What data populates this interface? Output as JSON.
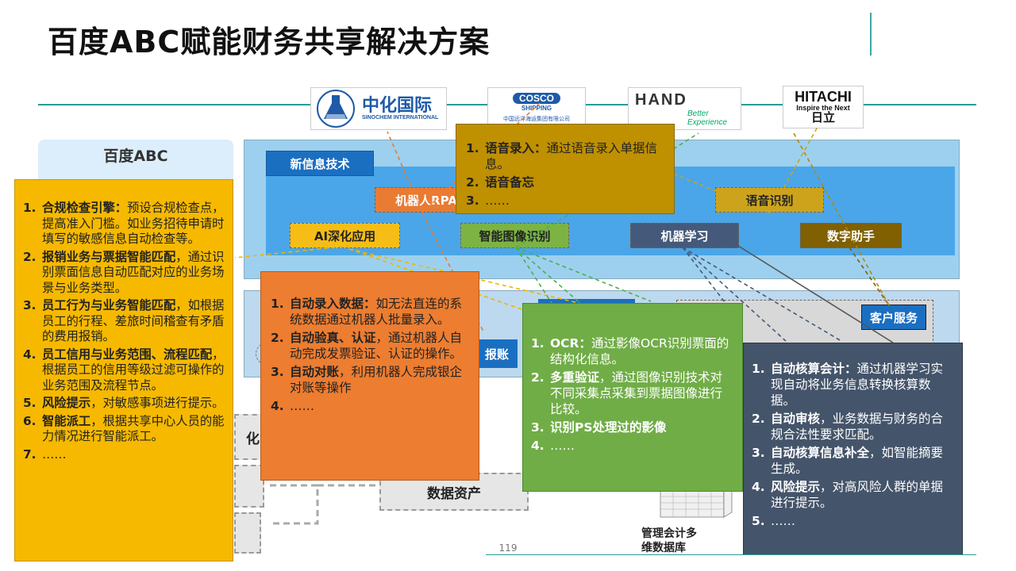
{
  "title": "百度ABC赋能财务共享解决方案",
  "logos": {
    "sinochem_cn": "中化国际",
    "sinochem_en": "SINOCHEM INTERNATIONAL",
    "cosco_top": "COSCO",
    "cosco_shipping": "SHIPPING",
    "cosco_cn": "中国远洋海运集团有限公司",
    "hand": "HAND",
    "hand_sub": "Better Experience",
    "hitachi": "HITACHI",
    "hitachi_sub": "Inspire the Next",
    "hitachi_cn": "日立"
  },
  "left_panel_title": "百度ABC",
  "tech": {
    "header": "新信息技术",
    "rpa": "机器人RPA",
    "voice_recog": "语音识别",
    "ai_app": "AI深化应用",
    "image_recog": "智能图像识别",
    "ml": "机器学习",
    "assistant": "数字助手"
  },
  "lower": {
    "customer_service": "客户服务",
    "reimburse": "报账",
    "data_assets": "数据资产",
    "partial": "化",
    "cube_label_1": "管理会计多",
    "cube_label_2": "维数据库"
  },
  "yellow_box": {
    "items": [
      {
        "num": "1.",
        "head": "合规检查引擎：",
        "text": "预设合规检查点，提高准入门槛。如业务招待申请时填写的敏感信息自动检查等。"
      },
      {
        "num": "2.",
        "head": "报销业务与票据智能匹配",
        "text": "，通过识别票面信息自动匹配对应的业务场景与业务类型。"
      },
      {
        "num": "3.",
        "head": "员工行为与业务智能匹配",
        "text": "，如根据员工的行程、差旅时间稽查有矛盾的费用报销。"
      },
      {
        "num": "4.",
        "head": "员工信用与业务范围、流程匹配",
        "text": "，根据员工的信用等级过滤可操作的业务范围及流程节点。"
      },
      {
        "num": "5.",
        "head": "风险提示",
        "text": "，对敏感事项进行提示。"
      },
      {
        "num": "6.",
        "head": "智能派工",
        "text": "，根据共享中心人员的能力情况进行智能派工。"
      },
      {
        "num": "7.",
        "head": "",
        "text": "……"
      }
    ]
  },
  "olive_box": {
    "items": [
      {
        "num": "1.",
        "head": "语音录入：",
        "text": "通过语音录入单据信息。"
      },
      {
        "num": "2.",
        "head": "语音备忘",
        "text": ""
      },
      {
        "num": "3.",
        "head": "",
        "text": "……"
      }
    ]
  },
  "orange_box": {
    "items": [
      {
        "num": "1.",
        "head": "自动录入数据：",
        "text": "如无法直连的系统数据通过机器人批量录入。"
      },
      {
        "num": "2.",
        "head": "自动验真、认证",
        "text": "，通过机器人自动完成发票验证、认证的操作。"
      },
      {
        "num": "3.",
        "head": "自动对账",
        "text": "，利用机器人完成银企对账等操作"
      },
      {
        "num": "4.",
        "head": "",
        "text": "……"
      }
    ]
  },
  "green_box": {
    "items": [
      {
        "num": "1.",
        "head": "OCR：",
        "text": "通过影像OCR识别票面的结构化信息。"
      },
      {
        "num": "2.",
        "head": "多重验证",
        "text": "，通过图像识别技术对不同采集点采集到票据图像进行比较。"
      },
      {
        "num": "3.",
        "head": "识别PS处理过的影像",
        "text": ""
      },
      {
        "num": "4.",
        "head": "",
        "text": "……"
      }
    ]
  },
  "slate_box": {
    "items": [
      {
        "num": "1.",
        "head": "自动核算会计：",
        "text": "通过机器学习实现自动将业务信息转换核算数据。"
      },
      {
        "num": "2.",
        "head": "自动审核",
        "text": "，业务数据与财务的合规合法性要求匹配。"
      },
      {
        "num": "3.",
        "head": "自动核算信息补全",
        "text": "，如智能摘要生成。"
      },
      {
        "num": "4.",
        "head": "风险提示",
        "text": "，对高风险人群的单据进行提示。"
      },
      {
        "num": "5.",
        "head": "",
        "text": "……"
      }
    ]
  },
  "page_number": "119"
}
